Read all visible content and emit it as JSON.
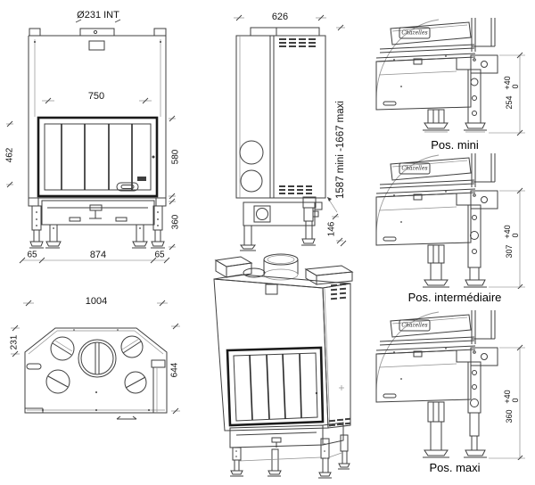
{
  "drawing": {
    "front_view": {
      "flue_diameter": "Ø231 INT",
      "opening_width": "750",
      "glass_height": "462",
      "door_height": "580",
      "base_height": "360",
      "body_width": "874",
      "side_offset_left": "65",
      "side_offset_right": "65"
    },
    "side_view": {
      "depth": "626",
      "total_height": "1587 mini -1667 maxi",
      "leg_height": "146"
    },
    "top_view": {
      "overall_width": "1004",
      "corner_depth": "231",
      "overall_depth": "644"
    },
    "position_details": [
      {
        "caption": "Pos. mini",
        "adjustment": "+40",
        "zero": "0",
        "height": "254"
      },
      {
        "caption": "Pos. intermédiaire",
        "adjustment": "+40",
        "zero": "0",
        "height": "307"
      },
      {
        "caption": "Pos. maxi",
        "adjustment": "+40",
        "zero": "0",
        "height": "360"
      }
    ],
    "brand_logo": "Chazelles"
  }
}
